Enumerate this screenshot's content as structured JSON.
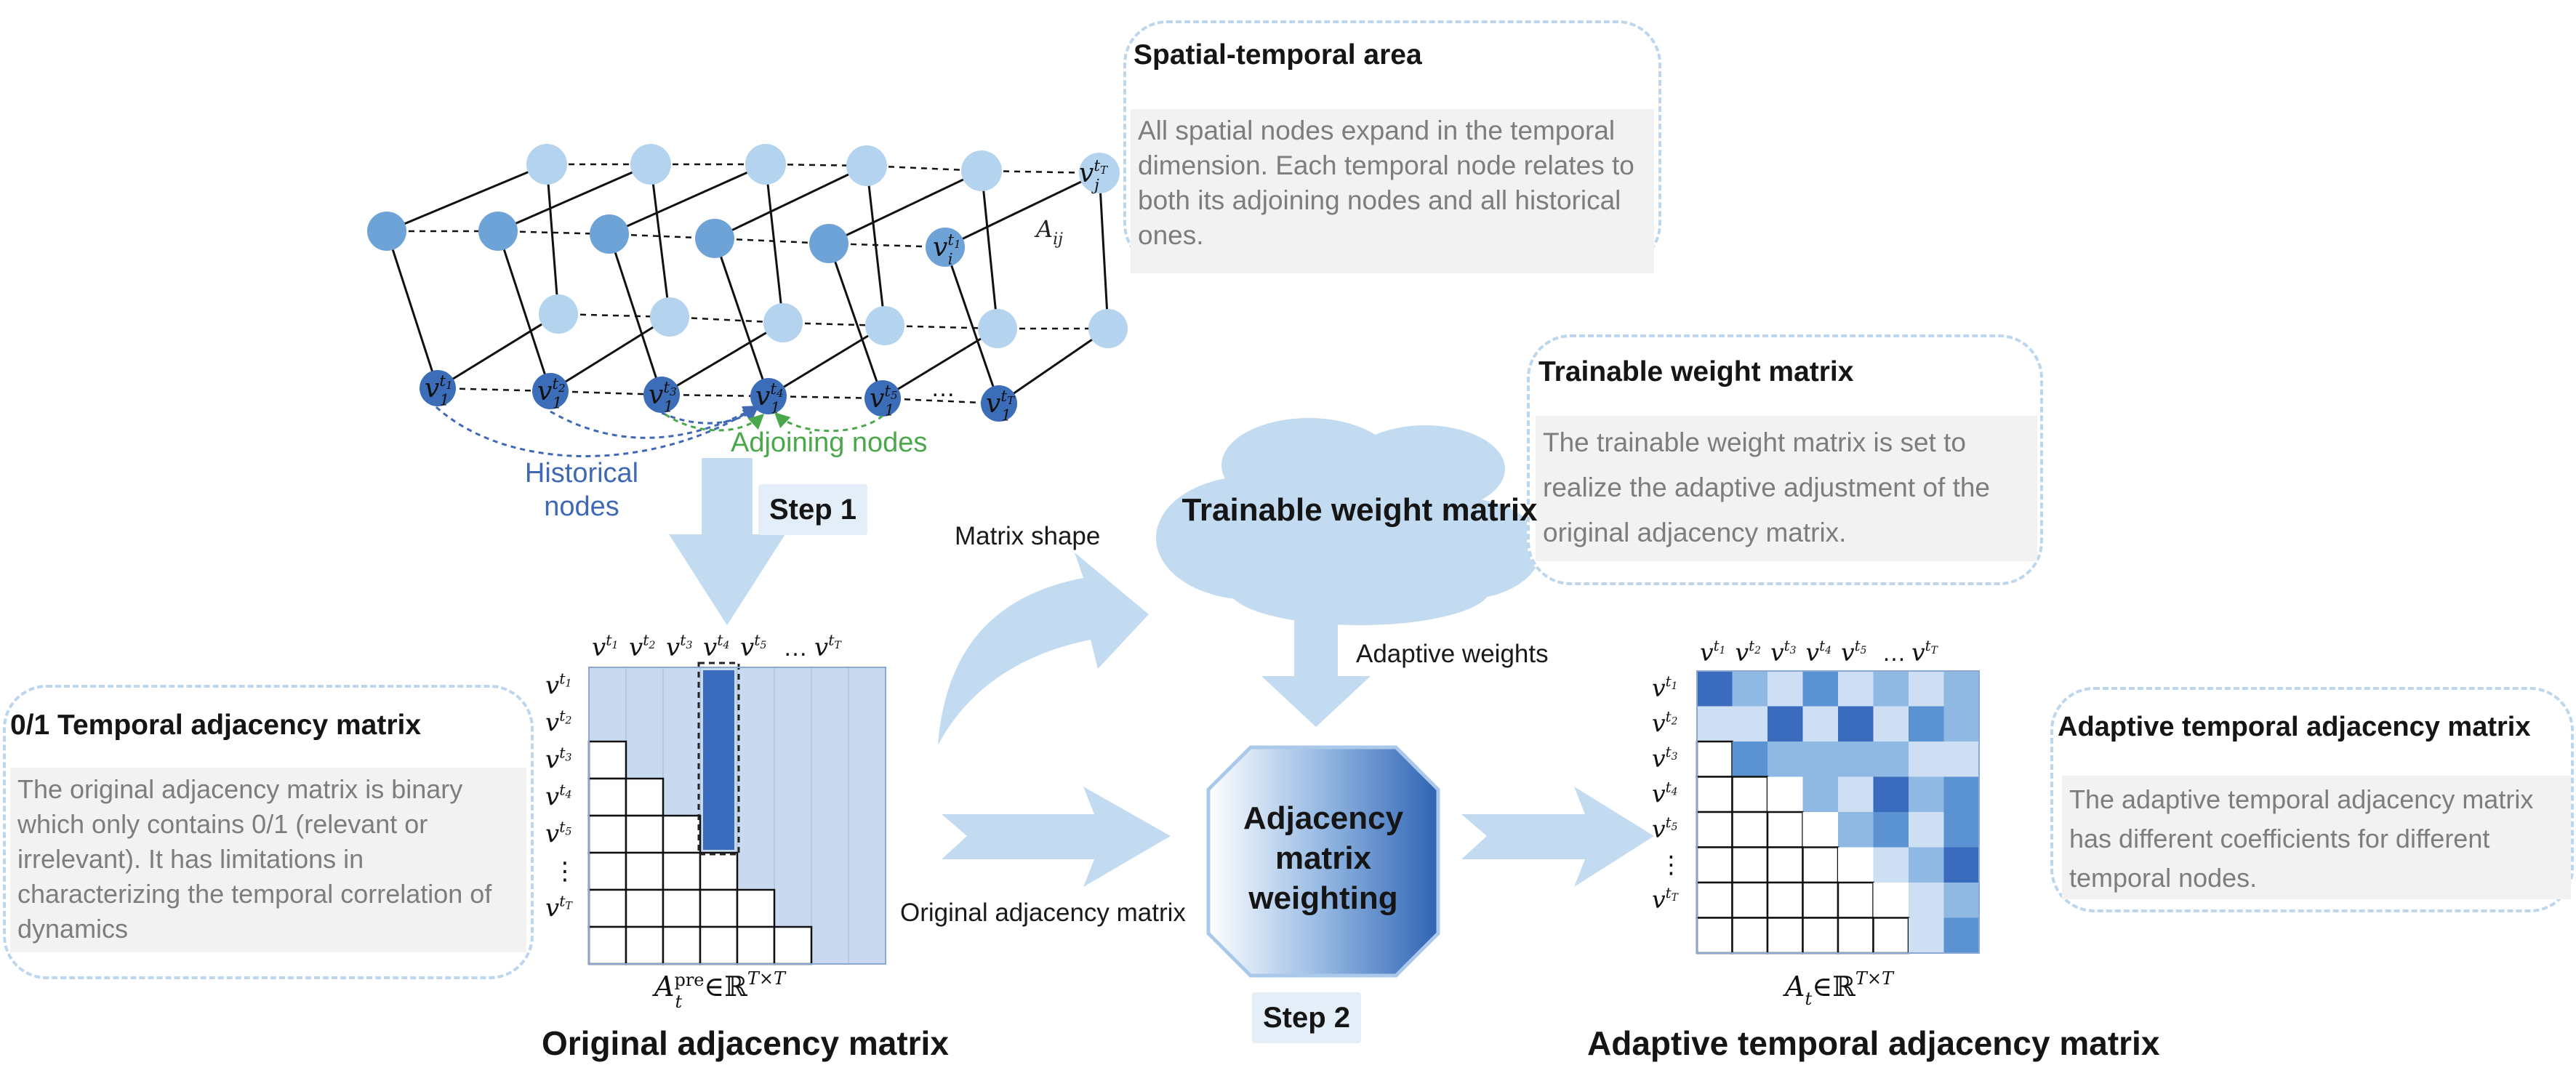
{
  "colors": {
    "light_node": "#b3d3ee",
    "mid_node": "#6ea3d8",
    "dark_node": "#3c6db8",
    "arrow_fill": "#c2dbf1",
    "matrix_light": "#c9daf0",
    "matrix_dark": "#3a6bbc",
    "historical_arrow": "#3f69b5",
    "adjoining_arrow": "#4aa84a"
  },
  "boxes": {
    "spatial_temporal": {
      "title": "Spatial-temporal area",
      "text": "All spatial nodes expand in the temporal dimension. Each temporal node relates to both its adjoining nodes and all historical ones."
    },
    "trainable": {
      "title": "Trainable weight matrix",
      "text": "The trainable weight matrix is set to realize the adaptive adjustment of the original adjacency matrix."
    },
    "binary": {
      "title": "0/1 Temporal adjacency matrix",
      "text": "The original adjacency matrix is binary which only contains 0/1 (relevant or irrelevant). It has limitations in characterizing the temporal correlation of dynamics"
    },
    "adaptive": {
      "title": "Adaptive temporal adjacency matrix",
      "text": "The adaptive temporal adjacency matrix has different coefficients for different temporal nodes."
    }
  },
  "labels": {
    "historical_nodes": "Historical nodes",
    "adjoining_nodes": "Adjoining nodes",
    "step1": "Step 1",
    "step2": "Step 2",
    "matrix_shape": "Matrix shape",
    "adaptive_weights": "Adaptive weights",
    "original_adjacency_matrix_arrow": "Original adjacency matrix",
    "cloud": "Trainable weight matrix",
    "octagon": "Adjacency matrix weighting",
    "original_caption": "Original adjacency matrix",
    "adaptive_caption": "Adaptive temporal adjacency matrix",
    "aij": "A",
    "aij_sub": "ij",
    "ellipsis": "…",
    "vdots": "⋮"
  },
  "graph": {
    "bottom_node_labels": [
      "v",
      "v",
      "v",
      "v",
      "v",
      "v"
    ],
    "bottom_node_superscripts": [
      "t1",
      "t2",
      "t3",
      "t4",
      "t5",
      "tT"
    ],
    "bottom_node_subscript": "1",
    "vi_label": "v",
    "vi_sup": "t1",
    "vi_sub": "i",
    "vj_label": "v",
    "vj_sup": "tT",
    "vj_sub": "j"
  },
  "matrices": {
    "headers": [
      "v",
      "v",
      "v",
      "v",
      "v",
      "…",
      "v"
    ],
    "header_sups": [
      "t1",
      "t2",
      "t3",
      "t4",
      "t5",
      "",
      "tT"
    ],
    "rows": [
      "v",
      "v",
      "v",
      "v",
      "v",
      "⋮",
      "v"
    ],
    "row_sups": [
      "t1",
      "t2",
      "t3",
      "t4",
      "t5",
      "",
      "tT"
    ],
    "original_formula": {
      "base": "A",
      "sup": "pre",
      "sub": "t",
      "rest": "∈ℝ",
      "dim": "T×T"
    },
    "adaptive_formula": {
      "base": "A",
      "sub": "t",
      "rest": "∈ℝ",
      "dim": "T×T"
    },
    "adaptive_levels": [
      [
        4,
        2,
        1,
        3,
        1,
        2,
        1,
        2
      ],
      [
        1,
        1,
        4,
        1,
        4,
        1,
        3,
        2
      ],
      [
        0,
        3,
        2,
        2,
        2,
        2,
        1,
        1
      ],
      [
        0,
        0,
        0,
        2,
        1,
        4,
        2,
        3
      ],
      [
        0,
        0,
        0,
        0,
        2,
        3,
        1,
        3
      ],
      [
        0,
        0,
        0,
        0,
        0,
        1,
        2,
        4
      ],
      [
        0,
        0,
        0,
        0,
        0,
        0,
        1,
        2
      ],
      [
        0,
        0,
        0,
        0,
        0,
        0,
        1,
        3
      ]
    ]
  }
}
